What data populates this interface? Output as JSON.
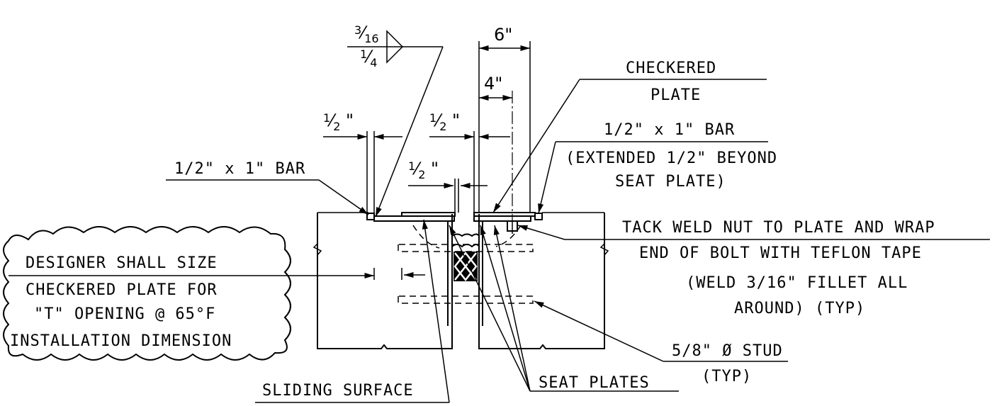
{
  "weld_symbol": {
    "top_size": "3/16",
    "bottom_size": "1/4"
  },
  "dimensions": {
    "six_inch": "6\"",
    "four_inch": "4\"",
    "half_inch_left": "1/2\"",
    "half_inch_mid": "1/2\"",
    "half_inch_center": "1/2\""
  },
  "labels": {
    "bar_left": "1/2\" x 1\" BAR",
    "checkered_plate_line1": "CHECKERED",
    "checkered_plate_line2": "PLATE",
    "bar_right_line1": "1/2\" x 1\" BAR",
    "bar_right_line2": "(EXTENDED 1/2\" BEYOND",
    "bar_right_line3": "SEAT PLATE)",
    "tack_weld_line1": "TACK WELD NUT TO PLATE AND WRAP",
    "tack_weld_line2": "END OF BOLT WITH TEFLON TAPE",
    "tack_weld_line3": "(WELD 3/16\" FILLET ALL",
    "tack_weld_line4": "AROUND) (TYP)",
    "stud_line1": "5/8\" Ø STUD",
    "stud_line2": "(TYP)",
    "seat_plates": "SEAT PLATES",
    "sliding_surface": "SLIDING SURFACE"
  },
  "cloud_note": {
    "line1": "DESIGNER SHALL SIZE",
    "line2": "CHECKERED PLATE FOR",
    "line3": "\"T\" OPENING @ 65°F",
    "line4": "INSTALLATION DIMENSION"
  }
}
